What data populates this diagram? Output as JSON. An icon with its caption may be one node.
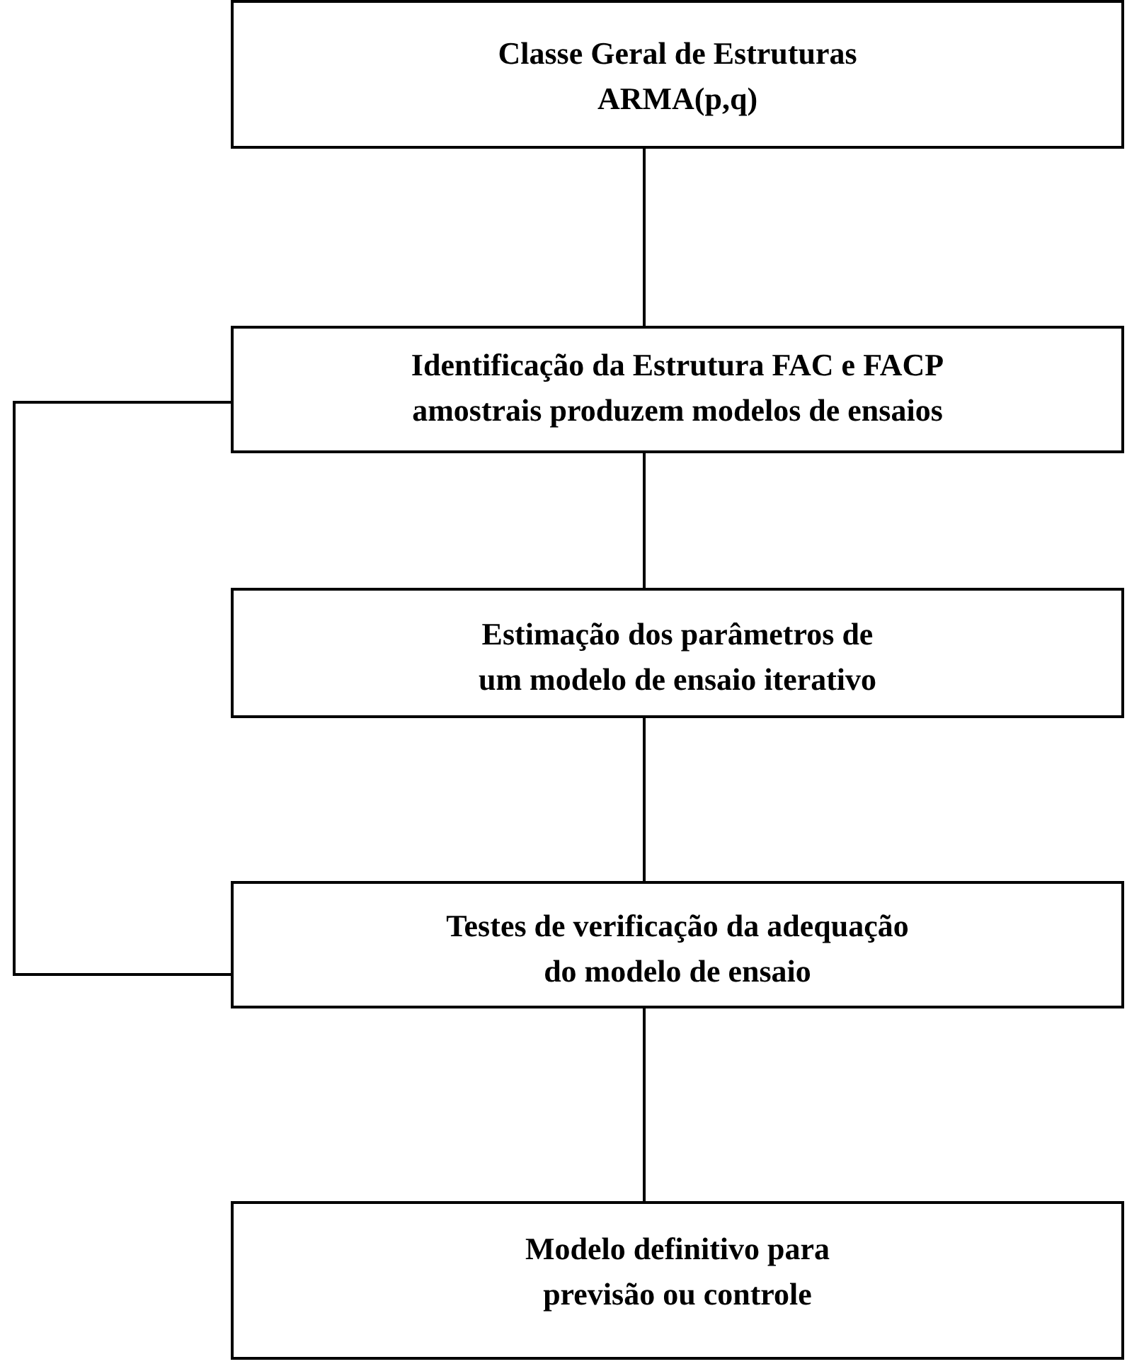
{
  "diagram": {
    "nodes": [
      {
        "text": [
          "Classe Geral de Estruturas ARMA(p,q)"
        ]
      },
      {
        "text": [
          "Identificação da Estrutura FAC e FACP amostrais produzem modelos de ensaios"
        ]
      },
      {
        "text": [
          "Estimação dos parâmetros de um modelo de ensaio iterativo"
        ]
      },
      {
        "text": [
          "Testes de verificação da adequação do modelo de ensaio"
        ]
      },
      {
        "text": [
          "Modelo definitivo para previsão ou controle"
        ]
      }
    ],
    "edges": [
      {
        "from": 0,
        "to": 1,
        "arrow": "none"
      },
      {
        "from": 1,
        "to": 2,
        "arrow": "none"
      },
      {
        "from": 2,
        "to": 3,
        "arrow": "none"
      },
      {
        "from": 3,
        "to": 4,
        "arrow": "none"
      },
      {
        "from": 3,
        "to": 1,
        "arrow": "none"
      }
    ]
  }
}
